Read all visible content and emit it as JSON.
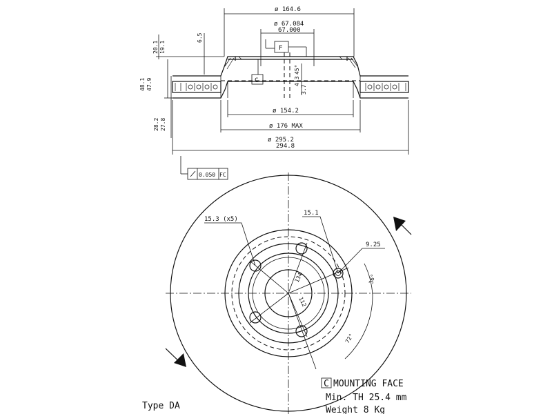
{
  "dimensions": {
    "diameter_164": "ø 164.6",
    "centering_upper": "ø 67.084",
    "centering_lower": "67.000",
    "hat_height_upper": "20.1",
    "hat_height_lower": "19.1",
    "flange_thk": "6.5",
    "total_height_upper": "48.1",
    "total_height_lower": "47.9",
    "disc_thk_upper": "28.2",
    "disc_thk_lower": "27.8",
    "chamfer_upper": "4.3",
    "chamfer_mid": "3.7",
    "chamfer_angle": "45°",
    "diameter_154": "ø 154.2",
    "diameter_176": "ø 176 MAX",
    "outer_upper": "ø 295.2",
    "outer_lower": "294.8",
    "runout": "0.050",
    "runout_ref": "FC",
    "datum_f": "F",
    "datum_c": "C",
    "hole_5x": "15.3 (x5)",
    "hole_single": "15.1",
    "hole_small": "9.25",
    "pcd_134": "134",
    "pcd_112": "112",
    "angle_36": "36°",
    "angle_72": "72°"
  },
  "notes": {
    "mounting_face_tag": "C",
    "mounting_face_label": "MOUNTING FACE",
    "min_thickness": "Min. TH 25.4 mm",
    "weight": "Weight  8  Kg",
    "type": "Type DA"
  }
}
